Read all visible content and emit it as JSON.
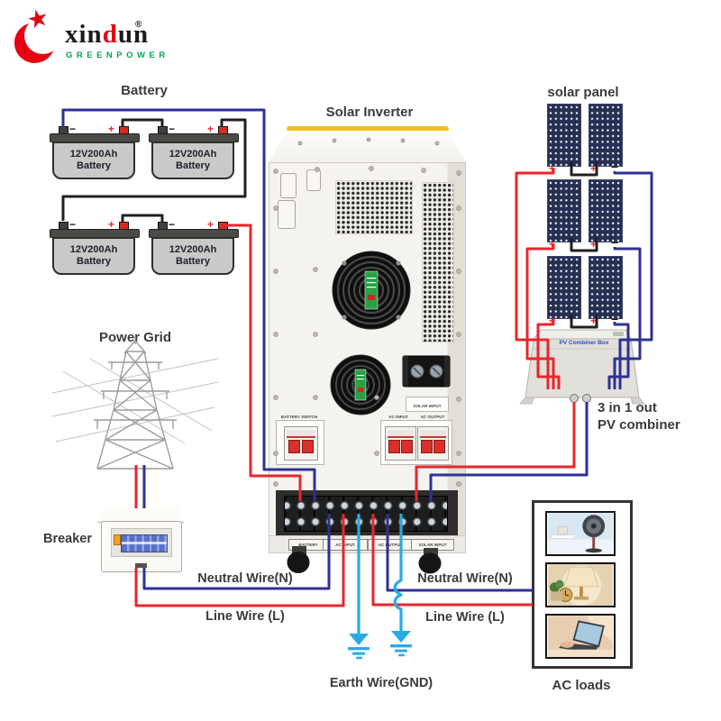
{
  "colors": {
    "wire_red": "#e8262c",
    "wire_blue": "#2e3192",
    "wire_cyan": "#29abe2",
    "wire_black": "#231f20",
    "logo_red": "#e60012",
    "logo_green": "#00a651"
  },
  "logo": {
    "brand_pre": "xin",
    "brand_red": "d",
    "brand_post": "un",
    "registered": "®",
    "tagline": "GREENPOWER"
  },
  "battery": {
    "title": "Battery",
    "plus": "+",
    "minus": "−",
    "units": [
      {
        "line1": "12V200Ah",
        "line2": "Battery"
      },
      {
        "line1": "12V200Ah",
        "line2": "Battery"
      },
      {
        "line1": "12V200Ah",
        "line2": "Battery"
      },
      {
        "line1": "12V200Ah",
        "line2": "Battery"
      }
    ]
  },
  "inverter": {
    "title": "Solar Inverter",
    "battery_switch": "BATTERY SWITCH",
    "ac_input": "AC INPUT",
    "ac_output": "AC OUTPUT",
    "solar_input": "SOLAR INPUT",
    "terminal_plates": [
      "BATTERY",
      "AC INPUT",
      "AC OUTPUT",
      "SOLAR INPUT"
    ]
  },
  "solar": {
    "title": "solar panel",
    "plus": "+",
    "minus": "−"
  },
  "combiner": {
    "box_label": "PV Combiner Box",
    "caption1": "3 in 1 out",
    "caption2": "PV combiner"
  },
  "power_grid": {
    "title": "Power Grid"
  },
  "breaker": {
    "label": "Breaker"
  },
  "ac_loads": {
    "label": "AC loads"
  },
  "wires": {
    "neutral_left": "Neutral Wire(N)",
    "line_left": "Line Wire  (L)",
    "neutral_right": "Neutral Wire(N)",
    "line_right": "Line Wire  (L)",
    "earth": "Earth Wire(GND)"
  }
}
